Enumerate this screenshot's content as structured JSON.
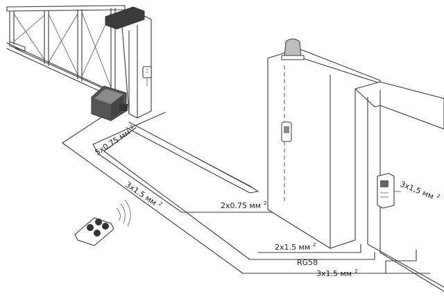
{
  "labels": {
    "motor_cable": {
      "text": "5x0,75 мм",
      "sup": "2"
    },
    "lamp_run": {
      "text": "3x1.5 мм",
      "sup": "2"
    },
    "photocell_cable": {
      "text": "2x0.75 мм",
      "sup": "2"
    },
    "lamp_cable": {
      "text": "2x1.5 мм",
      "sup": "2"
    },
    "antenna_cable": {
      "text": "RG58"
    },
    "power_cable": {
      "text": "3x1.5 мм",
      "sup": "2"
    },
    "switch_cable": {
      "text": "3x1,5 мм",
      "sup": "2"
    }
  },
  "colors": {
    "line": "#3a3a3a",
    "motor_dark": "#555555",
    "lamp_cap": "#bdbdbd",
    "gate_bar": "#3b3b3b"
  },
  "icons": [
    "sliding-gate-icon",
    "gate-motor-icon",
    "warning-lamp-icon",
    "photocell-icon",
    "control-panel-icon",
    "key-switch-icon",
    "remote-control-icon",
    "radio-waves-icon"
  ]
}
